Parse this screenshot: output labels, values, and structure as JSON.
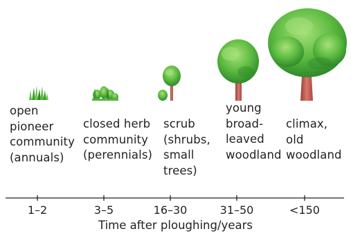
{
  "stages": [
    {
      "label": "open\npioneer\ncommunity\n(annuals)",
      "plant": "grass-icon"
    },
    {
      "label": "closed herb\ncommunity\n(perennials)",
      "plant": "herb-icon"
    },
    {
      "label": "scrub\n(shrubs,\nsmall\ntrees)",
      "plant": "shrub-icon"
    },
    {
      "label": "young\nbroad-\nleaved\nwoodland",
      "plant": "young-tree-icon"
    },
    {
      "label": "climax,\nold\nwoodland",
      "plant": "old-tree-icon"
    }
  ],
  "axis": {
    "ticks": [
      "1–2",
      "3–5",
      "16–30",
      "31–50",
      "<150"
    ],
    "title": "Time after ploughing/years"
  },
  "colors": {
    "foliage_light": "#8ed36a",
    "foliage_mid": "#56b53c",
    "foliage_dark": "#2f8a2a",
    "trunk": "#c8655a",
    "trunk_dark": "#9b3f38",
    "axis": "#231f20"
  }
}
